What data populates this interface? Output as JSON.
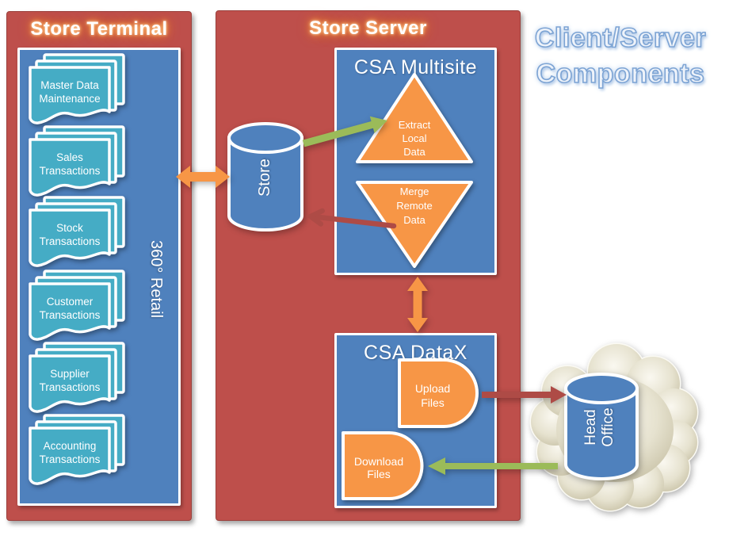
{
  "heading": {
    "line1": "Client/Server",
    "line2": "Components"
  },
  "store_terminal": {
    "title": "Store Terminal",
    "side_label": "360° Retail",
    "documents": [
      {
        "line1": "Master Data",
        "line2": "Maintenance"
      },
      {
        "line1": "Sales",
        "line2": "Transactions"
      },
      {
        "line1": "Stock",
        "line2": "Transactions"
      },
      {
        "line1": "Customer",
        "line2": "Transactions"
      },
      {
        "line1": "Supplier",
        "line2": "Transactions"
      },
      {
        "line1": "Accounting",
        "line2": "Transactions"
      }
    ]
  },
  "store_server": {
    "title": "Store Server",
    "store_db_label": "Store",
    "multisite": {
      "title": "CSA Multisite",
      "extract": [
        "Extract",
        "Local",
        "Data"
      ],
      "merge": [
        "Merge",
        "Remote",
        "Data"
      ]
    },
    "datax": {
      "title": "CSA DataX",
      "upload": [
        "Upload",
        "Files"
      ],
      "download": [
        "Download",
        "Files"
      ]
    }
  },
  "head_office": {
    "line1": "Head",
    "line2": "Office"
  },
  "colors": {
    "container_red": "#be4f4b",
    "panel_blue": "#4f81bd",
    "document_teal": "#45acc5",
    "shape_orange": "#f79646",
    "arrow_green": "#9bbb59",
    "arrow_red": "#ae4b46",
    "cloud_beige": "#ddd8c0",
    "heading_blue": "#7da4d4"
  }
}
